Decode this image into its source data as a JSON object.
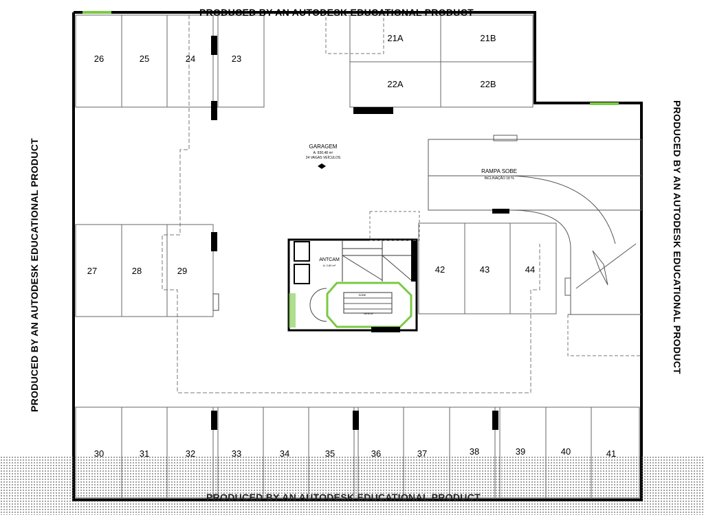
{
  "watermark": "PRODUCED BY AN AUTODESK EDUCATIONAL PRODUCT",
  "spaces": {
    "s26": "26",
    "s25": "25",
    "s24": "24",
    "s23": "23",
    "s21a": "21A",
    "s21b": "21B",
    "s22a": "22A",
    "s22b": "22B",
    "s27": "27",
    "s28": "28",
    "s29": "29",
    "s42": "42",
    "s43": "43",
    "s44": "44",
    "s30": "30",
    "s31": "31",
    "s32": "32",
    "s33": "33",
    "s34": "34",
    "s35": "35",
    "s36": "36",
    "s37": "37",
    "s38": "38",
    "s39": "39",
    "s40": "40",
    "s41": "41"
  },
  "rooms": {
    "garage_title": "GARAGEM",
    "garage_area": "A: 830,48 m²",
    "garage_capacity": "24 VAGAS VEÍCULOS",
    "ramp_title": "RAMPA SOBE",
    "ramp_slope": "INCLINAÇÃO 18 %",
    "antcam_title": "ANTCAM",
    "antcam_area": "A: 2,80 m²",
    "stair_up": "SOBE",
    "stair_down": "DESCE"
  },
  "colors": {
    "wall": "#000000",
    "line": "#555555",
    "dashed": "#777777",
    "green_highlight": "#7ac943"
  }
}
